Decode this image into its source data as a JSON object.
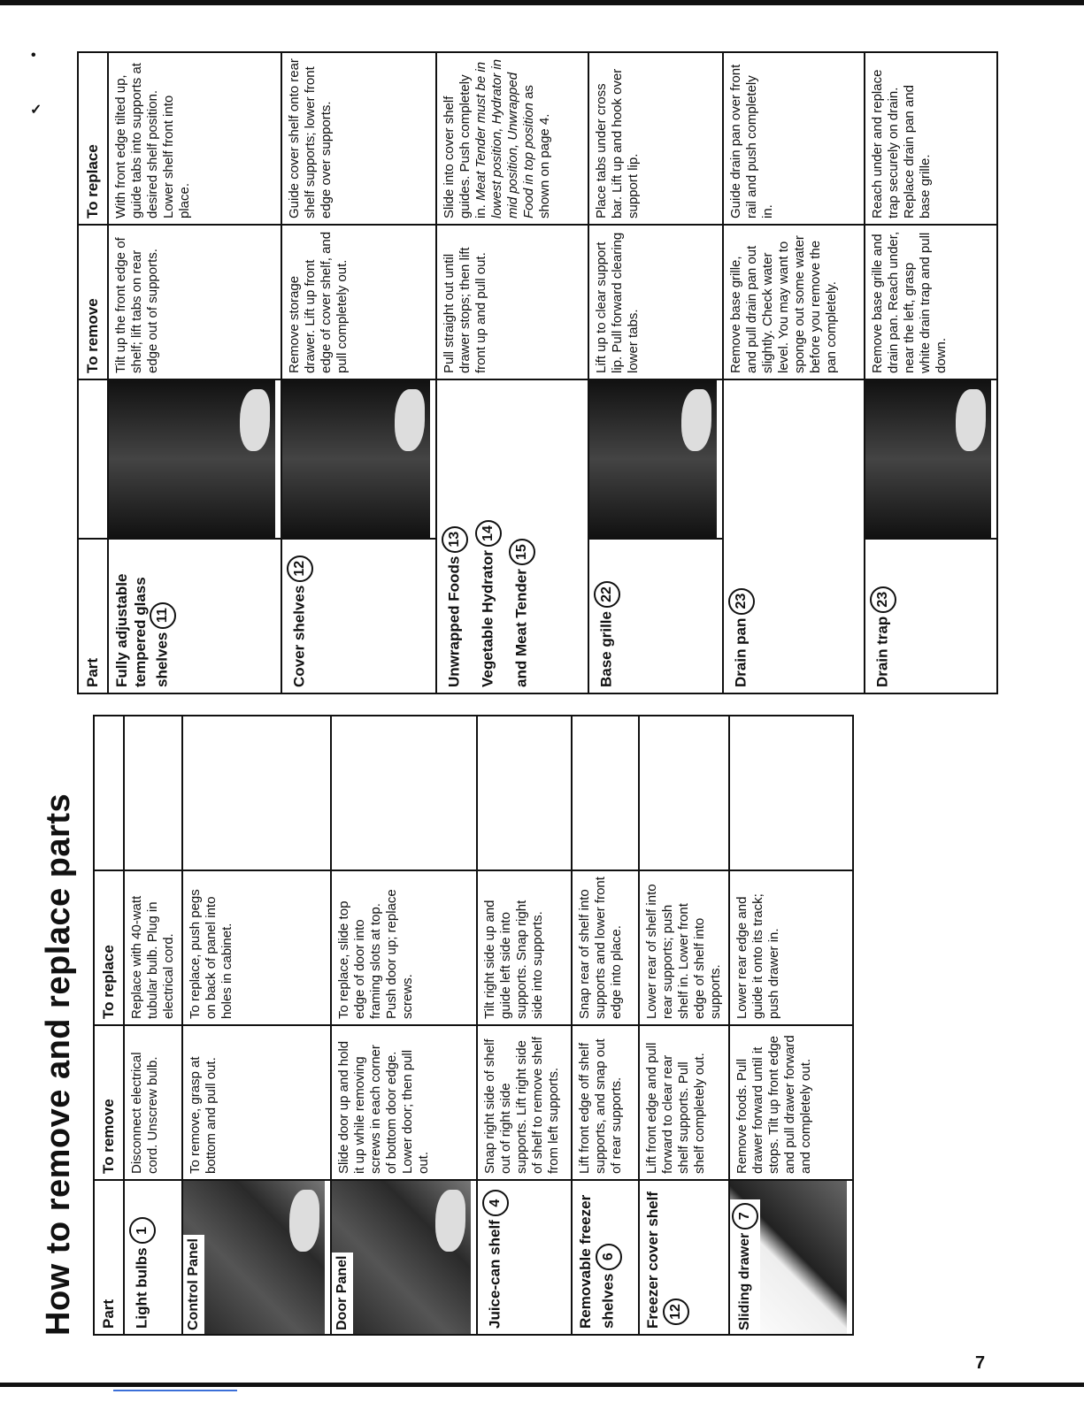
{
  "page": {
    "title": "How to remove and replace parts",
    "page_number": "7"
  },
  "headers": {
    "part": "Part",
    "remove": "To remove",
    "replace": "To replace"
  },
  "left_table": [
    {
      "part": "Light bulbs",
      "num": "1",
      "remove": "Disconnect electrical cord. Unscrew bulb.",
      "replace": "Replace with 40-watt tubular bulb. Plug in electrical cord."
    },
    {
      "part": "Control Panel",
      "num": "",
      "remove": "To remove, grasp at bottom and pull out.",
      "replace": "To replace, push pegs on back of panel into holes in cabinet."
    },
    {
      "part": "Door Panel",
      "num": "",
      "remove": "Slide door up and hold it up while removing screws in each corner of bottom door edge. Lower door; then pull out.",
      "replace": "To replace, slide top edge of door into framing slots at top. Push door up; replace screws."
    },
    {
      "part": "Juice-can shelf",
      "num": "4",
      "remove": "Snap right side of shelf out of right side supports. Lift right side of shelf to remove shelf from left supports.",
      "replace": "Tilt right side up and guide left side into supports. Snap right side into supports."
    },
    {
      "part": "Removable freezer shelves",
      "num": "6",
      "remove": "Lift front edge off shelf supports, and snap out of rear supports.",
      "replace": "Snap rear of shelf into supports and lower front edge into place."
    },
    {
      "part": "Freezer cover shelf",
      "num": "12",
      "remove": "Lift front edge and pull forward to clear rear shelf supports. Pull shelf completely out.",
      "replace": "Lower rear of shelf into rear supports; push shelf in. Lower front edge of shelf into supports."
    },
    {
      "part": "Sliding drawer",
      "num": "7",
      "remove": "Remove foods. Pull drawer forward until it stops. Tilt up front edge and pull drawer forward and completely out.",
      "replace": "Lower rear edge and guide it onto its track; push drawer in."
    }
  ],
  "right_table": [
    {
      "part": "Fully adjustable tempered glass shelves",
      "num": "11",
      "remove": "Tilt up the front edge of shelf; lift tabs on rear edge out of supports.",
      "replace": "With front edge tilted up, guide tabs into supports at desired shelf position. Lower shelf front into place."
    },
    {
      "part": "Cover shelves",
      "num": "12",
      "remove": "Remove storage drawer. Lift up front edge of cover shelf, and pull completely out.",
      "replace": "Guide cover shelf onto rear shelf supports; lower front edge over supports."
    },
    {
      "part": "Unwrapped Foods",
      "num": "13",
      "part2": "Vegetable Hydrator",
      "num2": "14",
      "part3": "and Meat Tender",
      "num3": "15",
      "remove": "Pull straight out until drawer stops; then lift front up and pull out.",
      "replace_a": "Slide into cover shelf guides. Push completely in.",
      "replace_b": "Meat Tender must be in lowest position, Hydrator in mid position, Unwrapped Food in top position",
      "replace_c": "as shown on page 4."
    },
    {
      "part": "Base grille",
      "num": "22",
      "remove": "Lift up to clear support lip. Pull forward clearing lower tabs.",
      "replace": "Place tabs under cross bar. Lift up and hook over support lip."
    },
    {
      "part": "Drain pan",
      "num": "23",
      "remove": "Remove base grille, and pull drain pan out slightly. Check water level. You may want to sponge out some water before you remove the pan completely.",
      "replace": "Guide drain pan over front rail and push completely in."
    },
    {
      "part": "Drain trap",
      "num": "23",
      "remove": "Remove base grille and drain pan. Reach under, near the left, grasp white drain trap and pull down.",
      "replace": "Reach under and replace trap securely on drain. Replace drain pan and base grille."
    }
  ]
}
